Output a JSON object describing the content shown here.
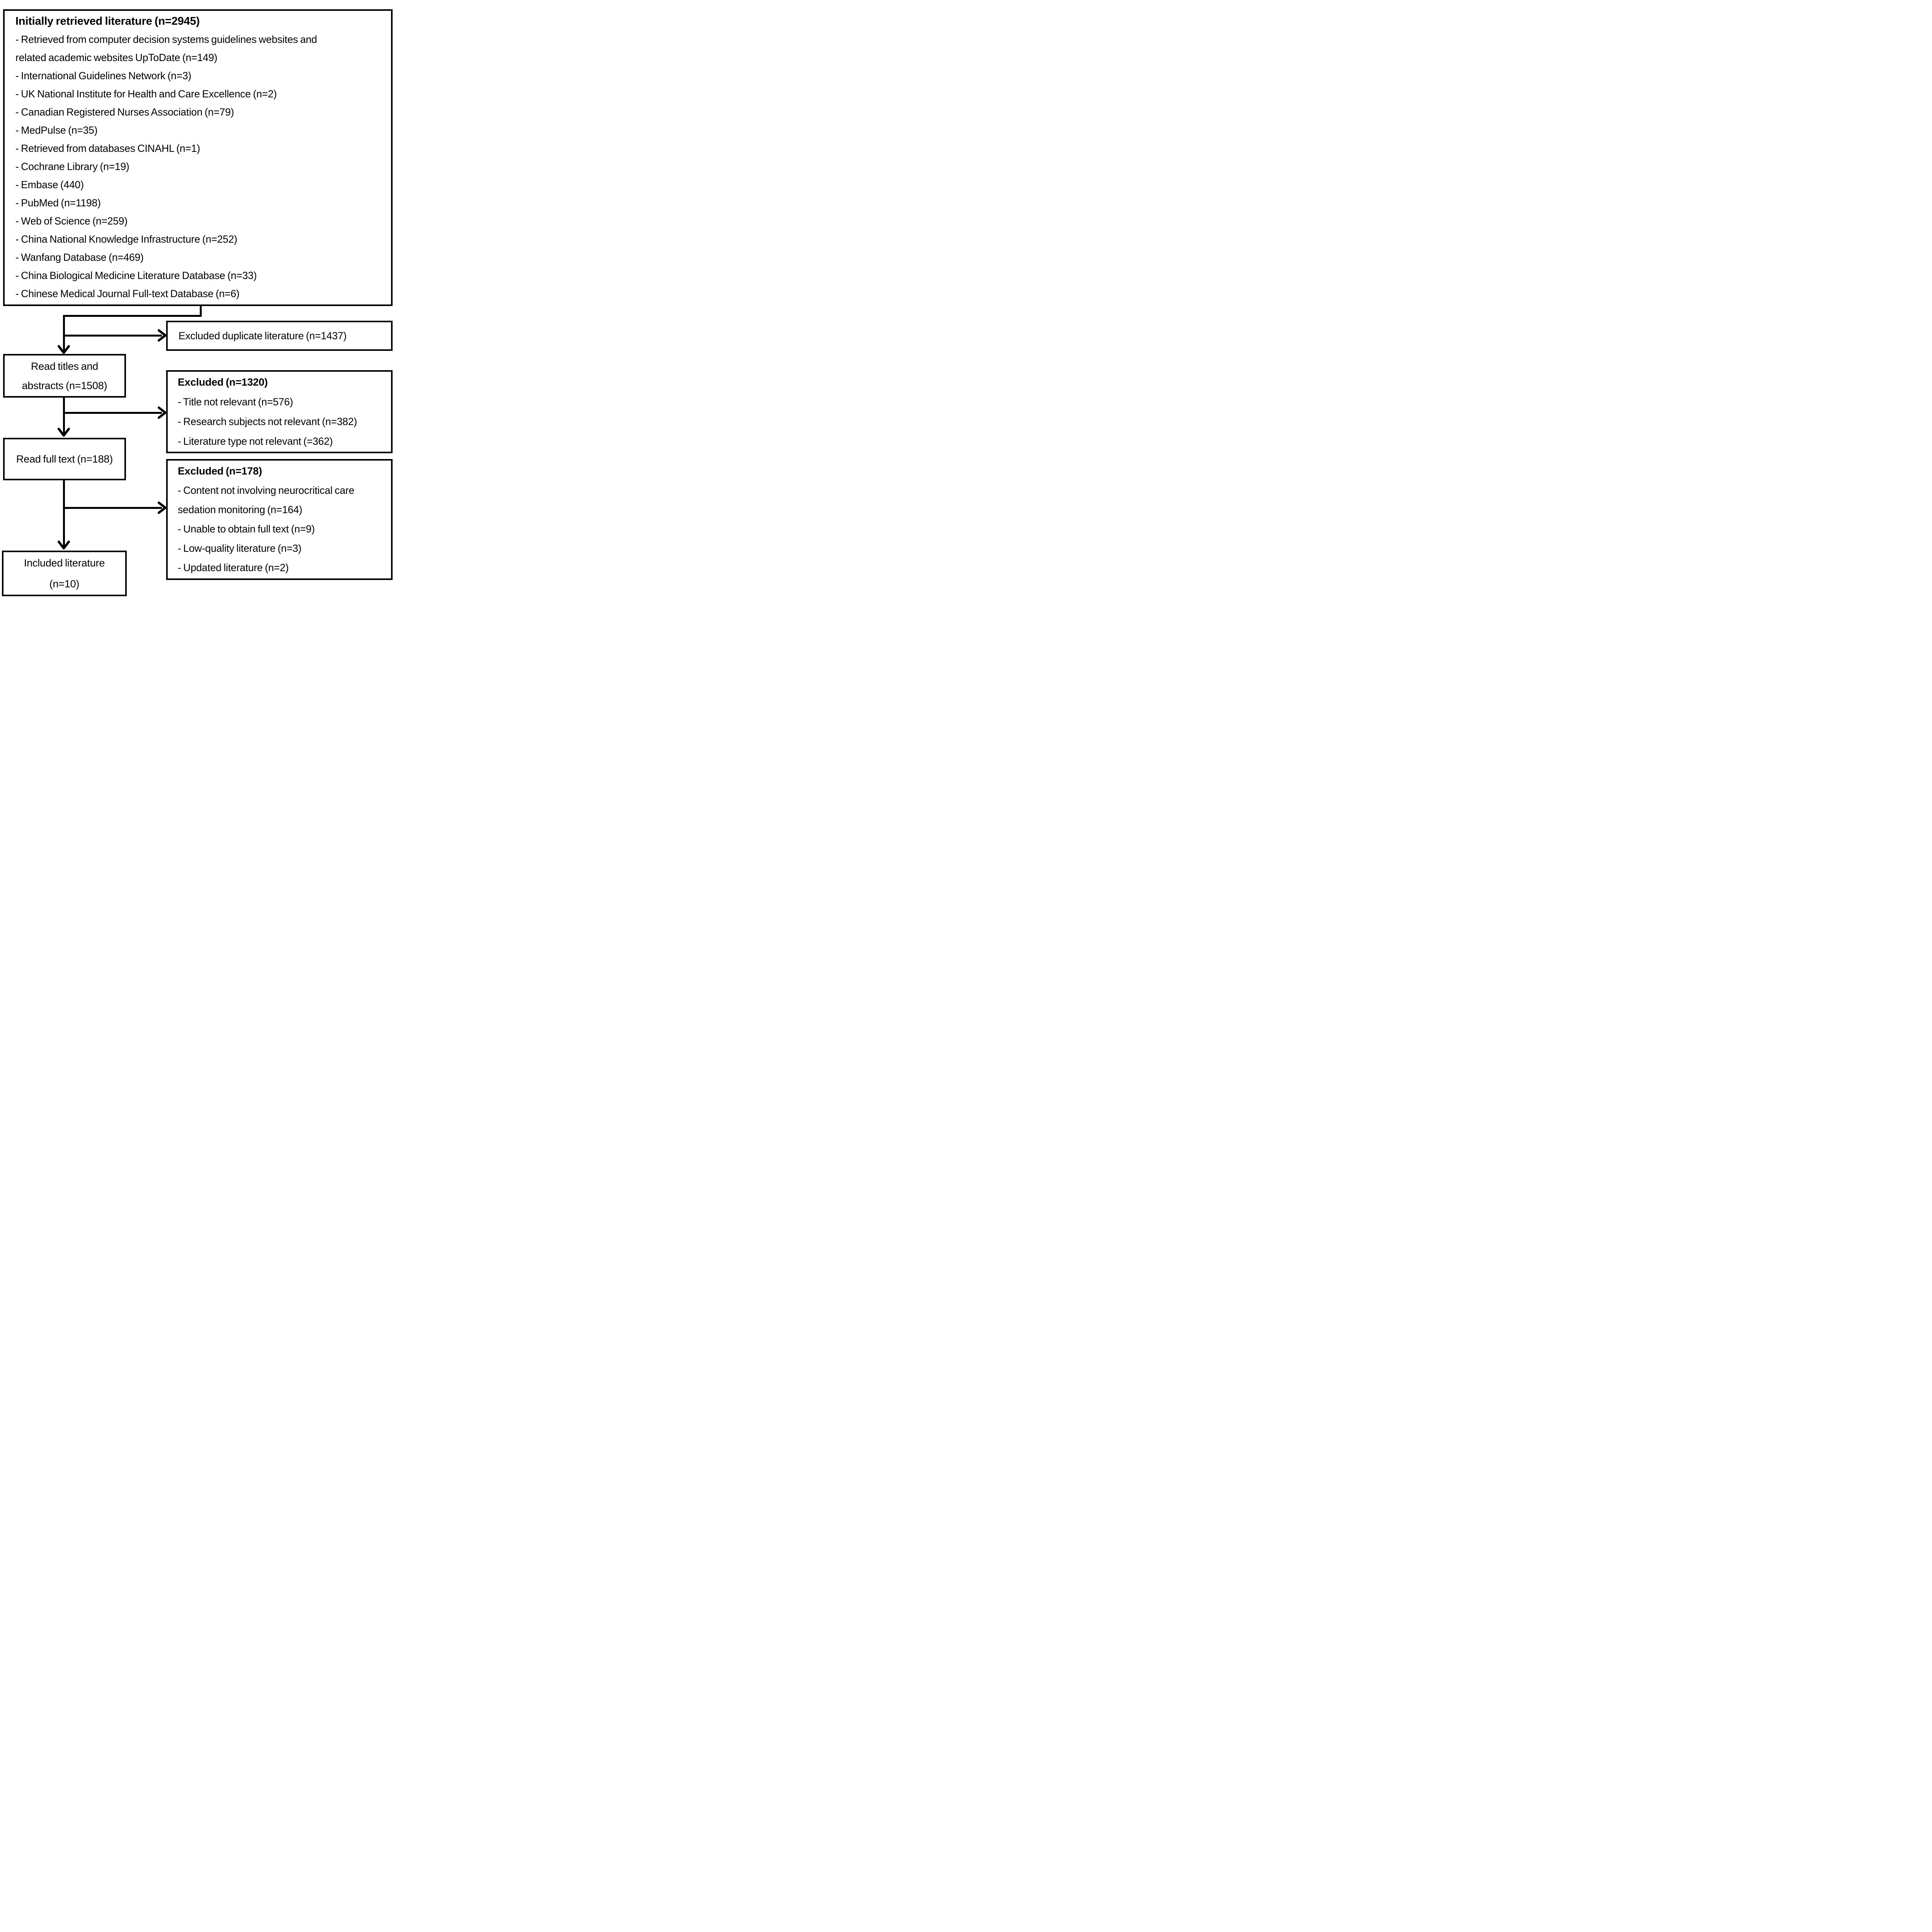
{
  "diagram": {
    "colors": {
      "line": "#000000",
      "background": "#ffffff",
      "text": "#000000"
    },
    "top_box": {
      "title": "Initially retrieved literature (n=2945)",
      "items": [
        "- Retrieved from computer decision systems guidelines websites and",
        "related academic websites UpToDate (n=149)",
        "- International Guidelines Network (n=3)",
        "- UK National Institute for Health and Care Excellence (n=2)",
        "- Canadian Registered Nurses Association (n=79)",
        "- MedPulse (n=35)",
        "- Retrieved from databases CINAHL (n=1)",
        "- Cochrane Library (n=19)",
        "- Embase (440)",
        "- PubMed (n=1198)",
        "- Web of Science (n=259)",
        "- China National Knowledge Infrastructure (n=252)",
        "- Wanfang Database (n=469)",
        "- China Biological Medicine Literature Database (n=33)",
        "- Chinese Medical Journal Full-text Database (n=6)"
      ]
    },
    "excluded_duplicates_box": {
      "label": "Excluded duplicate literature (n=1437)"
    },
    "read_titles_box": {
      "line1": "Read titles and",
      "line2": "abstracts (n=1508)"
    },
    "excluded_1320_box": {
      "title": "Excluded (n=1320)",
      "items": [
        "- Title not relevant (n=576)",
        "- Research subjects not relevant (n=382)",
        "- Literature type not relevant (=362)"
      ]
    },
    "read_fulltext_box": {
      "label": "Read full text (n=188)"
    },
    "excluded_178_box": {
      "title": "Excluded (n=178)",
      "items": [
        "- Content not involving neurocritical care",
        "sedation monitoring (n=164)",
        "- Unable to obtain full text (n=9)",
        "- Low-quality literature (n=3)",
        "- Updated literature (n=2)"
      ]
    },
    "included_box": {
      "line1": "Included literature",
      "line2": "(n=10)"
    }
  }
}
